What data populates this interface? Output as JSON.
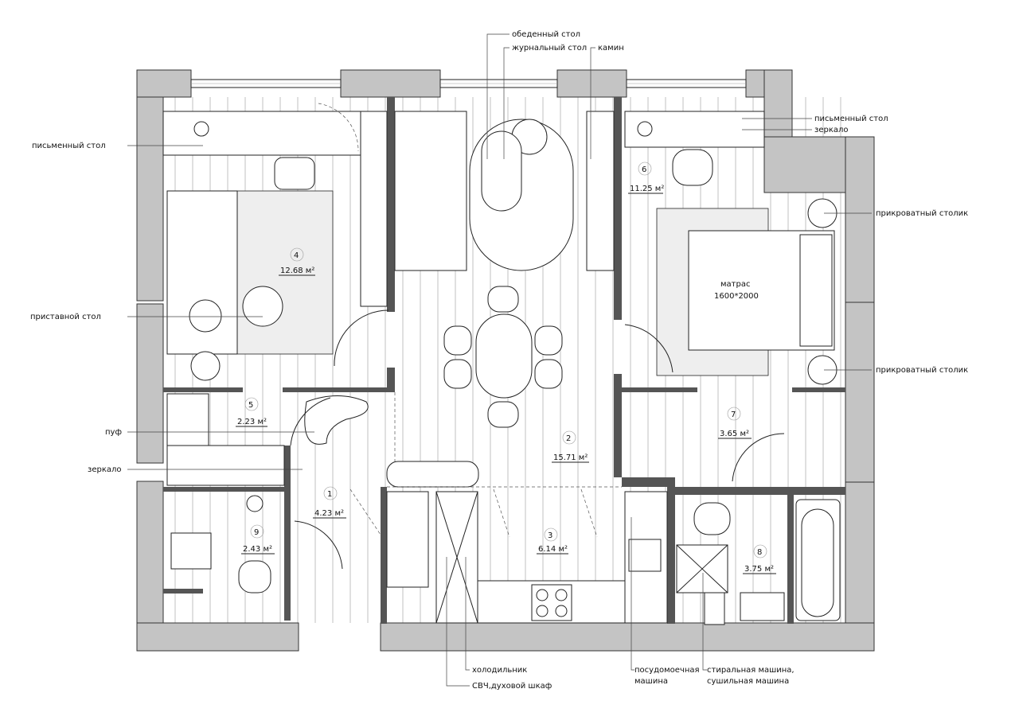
{
  "callouts": {
    "dining_table": "обеденный стол",
    "coffee_table": "журнальный стол",
    "fireplace": "камин",
    "desk_left": "письменный стол",
    "desk_right": "письменный стол",
    "mirror_right": "зеркало",
    "nightstand_top": "прикроватный столик",
    "nightstand_bottom": "прикроватный столик",
    "side_table": "приставной стол",
    "pouf": "пуф",
    "mirror_left": "зеркало",
    "fridge": "холодильник",
    "oven": "СВЧ,духовой шкаф",
    "dishwasher_1": "посудомоечная",
    "dishwasher_2": "машина",
    "washer_1": "стиральная машина,",
    "washer_2": "сушильная машина"
  },
  "mattress": {
    "line1": "матрас",
    "line2": "1600*2000"
  },
  "rooms": [
    {
      "num": "1",
      "area": "4.23 м²"
    },
    {
      "num": "2",
      "area": "15.71 м²"
    },
    {
      "num": "3",
      "area": "6.14 м²"
    },
    {
      "num": "4",
      "area": "12.68 м²"
    },
    {
      "num": "5",
      "area": "2.23 м²"
    },
    {
      "num": "6",
      "area": "11.25 м²"
    },
    {
      "num": "7",
      "area": "3.65 м²"
    },
    {
      "num": "8",
      "area": "3.75 м²"
    },
    {
      "num": "9",
      "area": "2.43 м²"
    }
  ]
}
